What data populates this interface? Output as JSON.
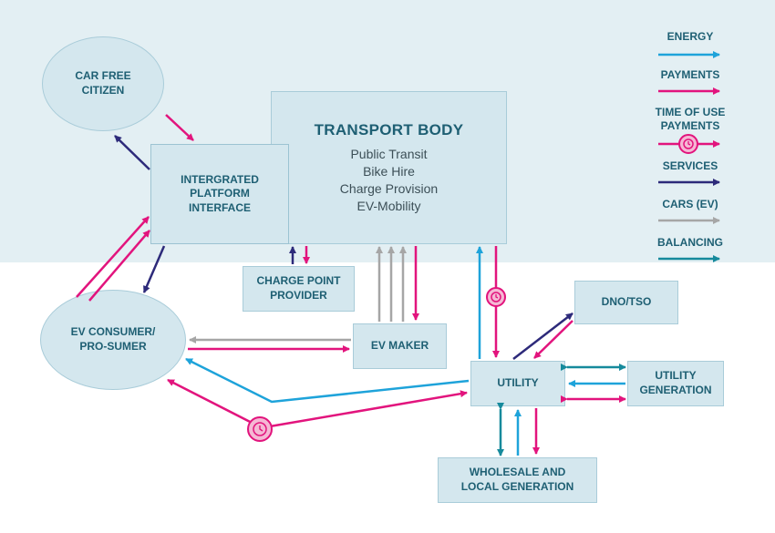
{
  "nodes": {
    "car_free_citizen": "CAR FREE\nCITIZEN",
    "integrated_platform": "INTERGRATED\nPLATFORM\nINTERFACE",
    "transport_body": {
      "title": "TRANSPORT BODY",
      "items": [
        "Public Transit",
        "Bike Hire",
        "Charge Provision",
        "EV-Mobility"
      ]
    },
    "charge_point_provider": "CHARGE POINT\nPROVIDER",
    "ev_consumer": "EV CONSUMER/\nPRO-SUMER",
    "ev_maker": "EV MAKER",
    "dno_tso": "DNO/TSO",
    "utility": "UTILITY",
    "utility_generation": "UTILITY\nGENERATION",
    "wholesale": "WHOLESALE AND\nLOCAL GENERATION"
  },
  "legend": [
    {
      "label": "ENERGY",
      "type": "energy"
    },
    {
      "label": "PAYMENTS",
      "type": "payments"
    },
    {
      "label": "TIME OF USE\nPAYMENTS",
      "type": "tou"
    },
    {
      "label": "SERVICES",
      "type": "services"
    },
    {
      "label": "CARS (EV)",
      "type": "cars"
    },
    {
      "label": "BALANCING",
      "type": "balancing"
    }
  ],
  "colors": {
    "energy": "#1ea3da",
    "payments": "#e2147d",
    "services": "#2d2a7a",
    "cars": "#a6a6a6",
    "balancing": "#168a9c",
    "text": "#1e5f73",
    "box_fill": "#d4e7ee",
    "box_border": "#a9ccd9",
    "background_top": "#e3eff3"
  }
}
